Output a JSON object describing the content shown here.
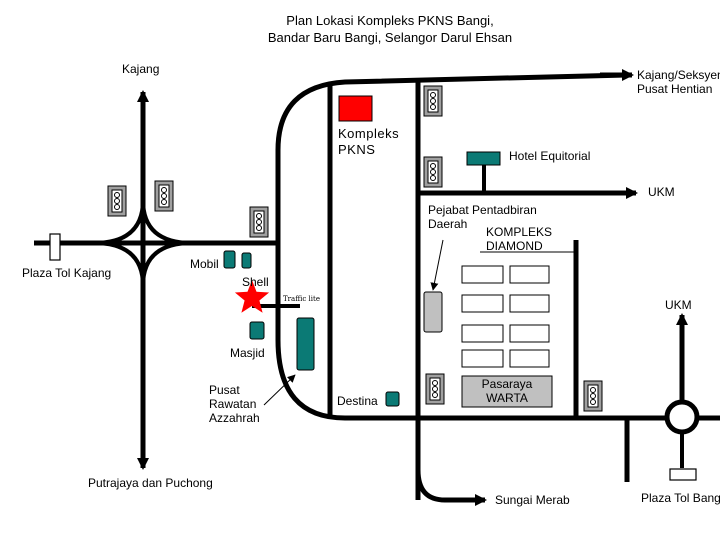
{
  "title": {
    "line1": "Plan Lokasi Kompleks PKNS Bangi,",
    "line2": "Bandar Baru Bangi, Selangor Darul Ehsan"
  },
  "labels": {
    "kajang": "Kajang",
    "kajang_seksyen_line1": "Kajang/Seksyen",
    "kajang_seksyen_line2": "Pusat Hentian",
    "ukm_east": "UKM",
    "ukm_right": "UKM",
    "kompleks_pkns_line1": "Kompleks",
    "kompleks_pkns_line2": "PKNS",
    "hotel": "Hotel Equitorial",
    "pejabat_line1": "Pejabat Pentadbiran",
    "pejabat_line2": "Daerah",
    "diamond_line1": "KOMPLEKS",
    "diamond_line2": "DIAMOND",
    "plaza_tol_kajang": "Plaza Tol Kajang",
    "mobil": "Mobil",
    "shell": "Shell",
    "traffic_lite": "Traffic lite",
    "masjid": "Masjid",
    "pusat_line1": "Pusat",
    "pusat_line2": "Rawatan",
    "pusat_line3": "Azzahrah",
    "destina": "Destina",
    "pasaraya_line1": "Pasaraya",
    "pasaraya_line2": "WARTA",
    "putrajaya": "Putrajaya dan Puchong",
    "sungai_merab": "Sungai Merab",
    "plaza_tol_bangi": "Plaza Tol Bangi"
  },
  "colors": {
    "road": "#000000",
    "kompleks_pkns": "#ff0000",
    "teal": "#0b7a75",
    "building_grey": "#c0c0c0",
    "star": "#ff0000"
  }
}
